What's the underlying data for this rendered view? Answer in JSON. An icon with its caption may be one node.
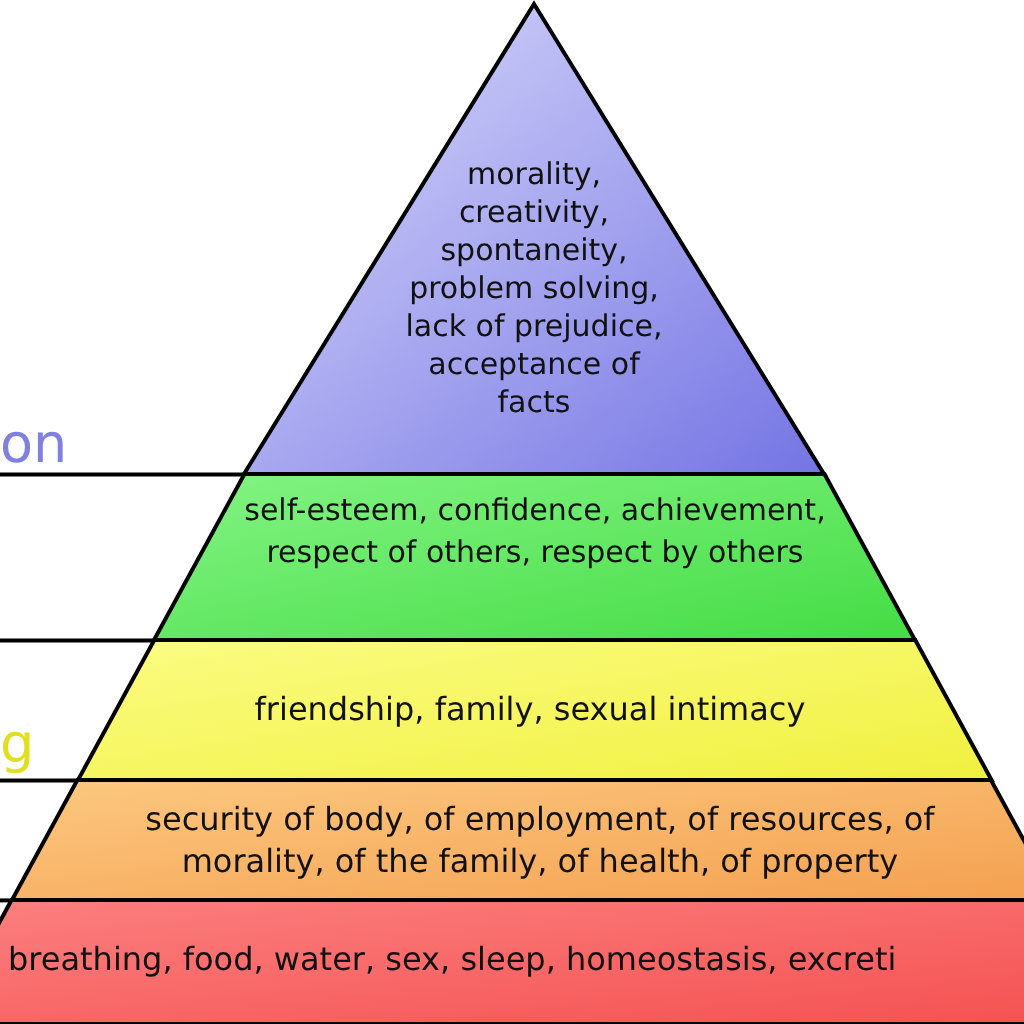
{
  "diagram": {
    "nodes": [
      {
        "text": [
          "morality, creativity, spontaneity, problem solving, lack of prejudice, acceptance of facts"
        ]
      },
      {
        "text": [
          "self-esteem, confidence, achievement, respect of others, respect by others"
        ]
      },
      {
        "text": [
          "friendship, family, sexual intimacy"
        ]
      },
      {
        "text": [
          "security of body, of employment, of resources, of morality, of the family, of health, of property"
        ]
      },
      {
        "text": [
          "breathing, food, water, sex, sleep, homeostasis, excreti"
        ]
      }
    ],
    "labels": [
      "on",
      "g"
    ]
  }
}
